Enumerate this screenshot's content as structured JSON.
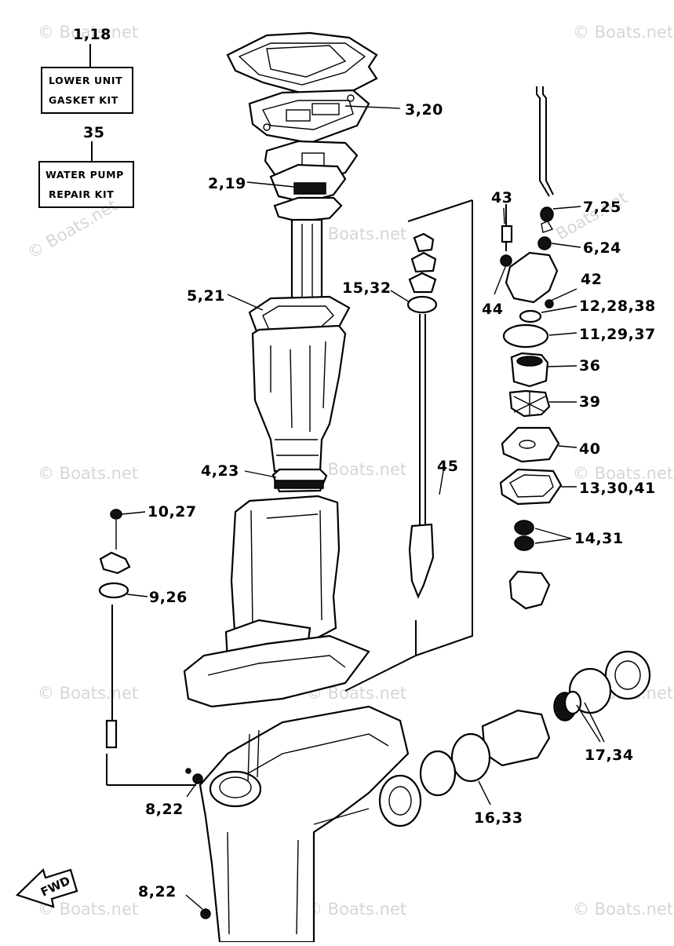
{
  "watermark": "© Boats.net",
  "kits": [
    {
      "ref": "1,18",
      "line1": "LOWER UNIT",
      "line2": "GASKET KIT"
    },
    {
      "ref": "35",
      "line1": "WATER PUMP",
      "line2": "REPAIR KIT"
    }
  ],
  "callouts": {
    "c3_20": "3,20",
    "c2_19": "2,19",
    "c5_21": "5,21",
    "c4_23": "4,23",
    "c10_27": "10,27",
    "c9_26": "9,26",
    "c8_22a": "8,22",
    "c8_22b": "8,22",
    "c15_32": "15,32",
    "c45": "45",
    "c43": "43",
    "c44": "44",
    "c7_25": "7,25",
    "c6_24": "6,24",
    "c42": "42",
    "c12_28_38": "12,28,38",
    "c11_29_37": "11,29,37",
    "c36": "36",
    "c39": "39",
    "c40": "40",
    "c13_30_41": "13,30,41",
    "c14_31": "14,31",
    "c17_34": "17,34",
    "c16_33": "16,33"
  },
  "fwd_label": "FWD"
}
